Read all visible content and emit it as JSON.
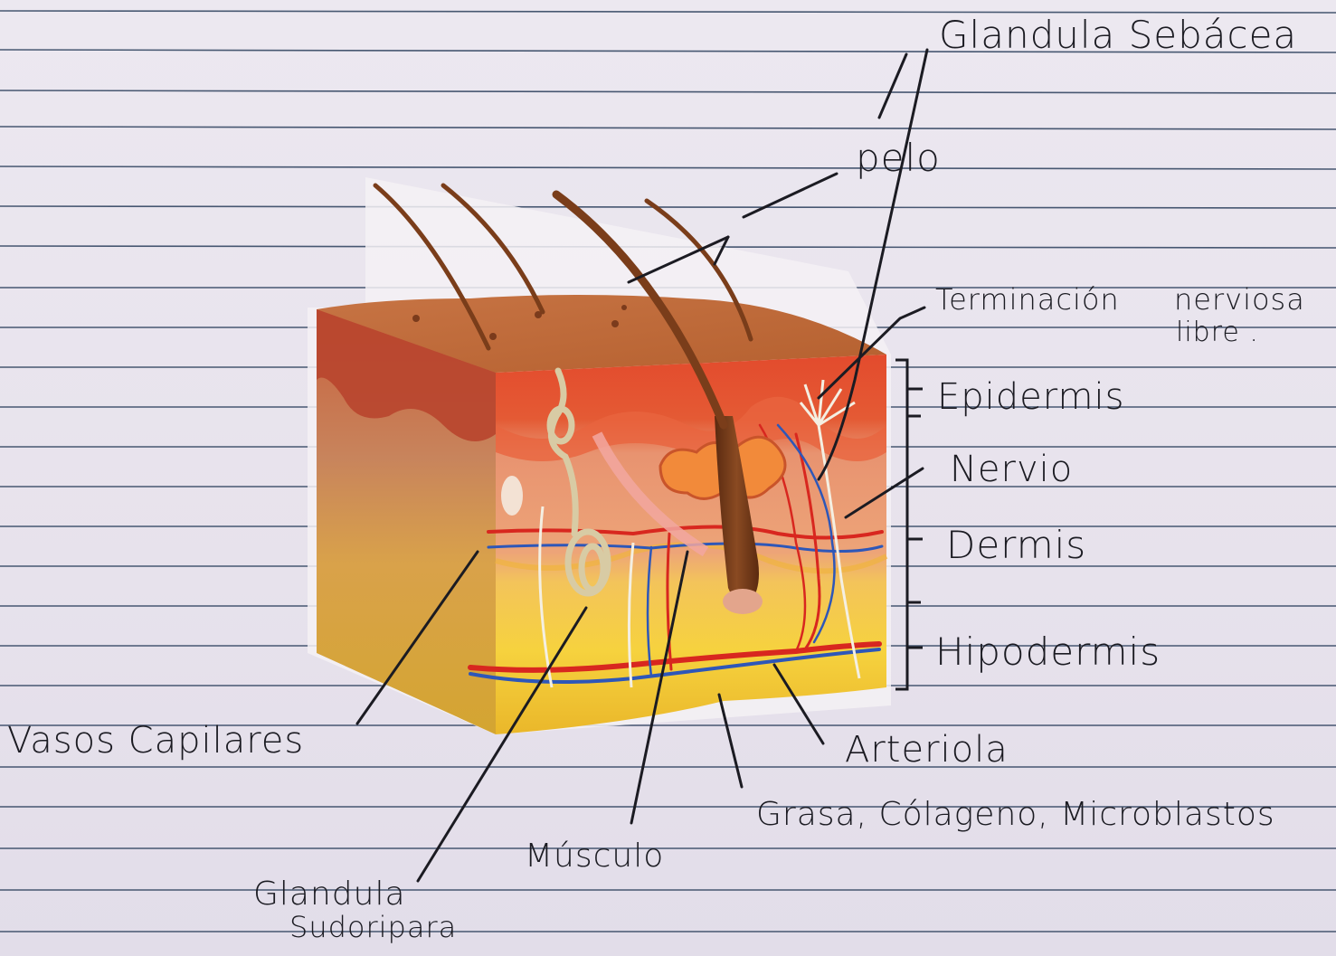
{
  "labels": {
    "glandula_sebacea": "Glandula Sebácea",
    "pelo": "pelo",
    "terminacion_1": "Terminación",
    "terminacion_2": "nerviosa",
    "terminacion_3": "libre .",
    "epidermis": "Epidermis",
    "nervio": "Nervio",
    "dermis": "Dermis",
    "hipodermis": "Hipodermis",
    "vasos_capilares": "Vasos Capilares",
    "arteriola": "Arteriola",
    "grasa": "Grasa, Cólageno, Microblastos",
    "musculo": "Músculo",
    "glandula_sudoripara_1": "Glandula",
    "glandula_sudoripara_2": "Sudoripara"
  },
  "colors": {
    "paper": "#e9e5ee",
    "rule_line": "#2b3f5c",
    "ink": "#1b1b22",
    "skin_surface": "#b8683a",
    "epidermis": "#e24a2e",
    "dermis": "#e8946a",
    "hypodermis": "#f2c13a",
    "artery": "#d8271f",
    "vein": "#2e57b8",
    "hair": "#6b3516",
    "gland": "#d8cba4"
  }
}
